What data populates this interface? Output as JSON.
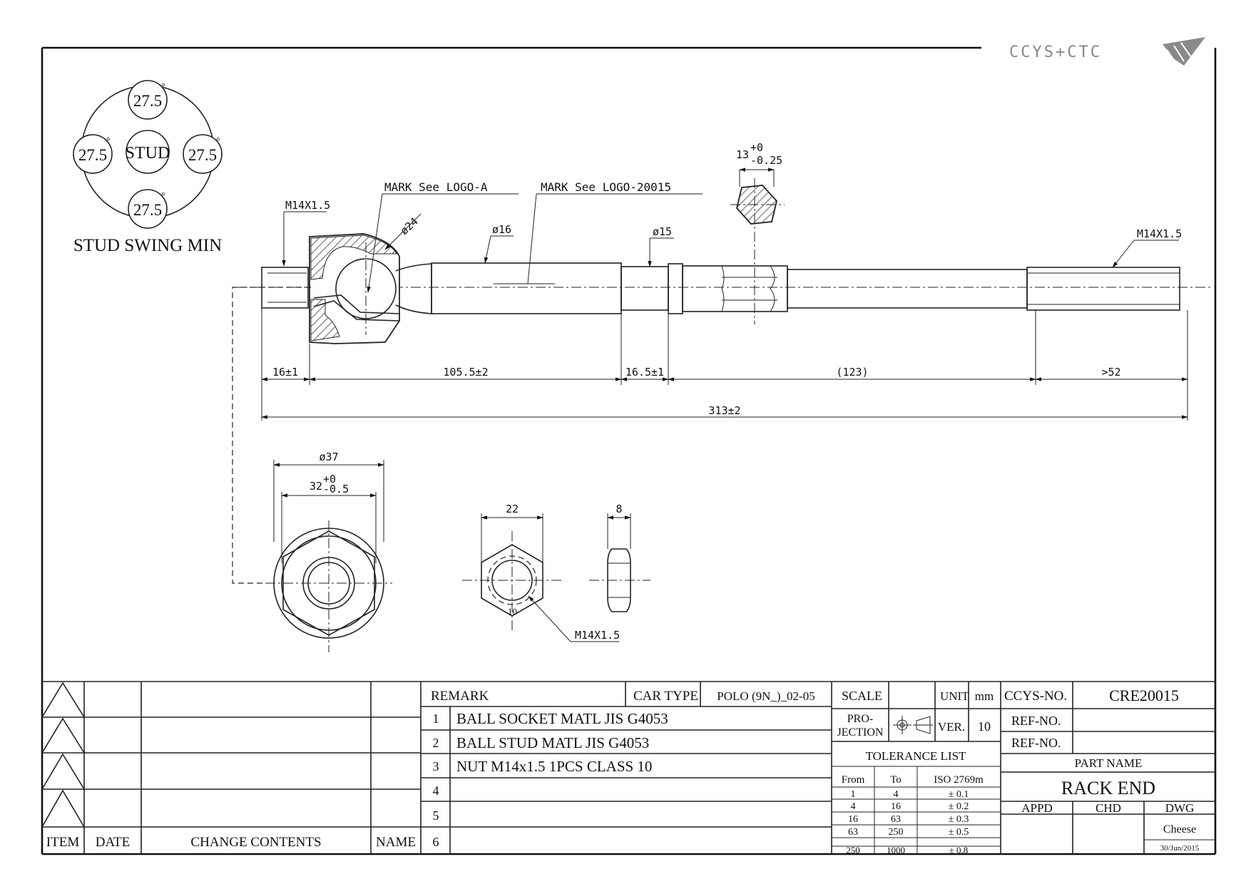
{
  "brand": {
    "logo_text": "CCYS+CTC",
    "logo_color": "#8a8a8a"
  },
  "stud_swing": {
    "center_label": "STUD",
    "angles": [
      "27.5",
      "27.5",
      "27.5",
      "27.5"
    ],
    "degree_symbol": "°",
    "caption": "STUD SWING MIN"
  },
  "callouts": {
    "mark_logo_a": "MARK See LOGO-A",
    "mark_logo_20015": "MARK See LOGO-20015",
    "thread_left": "M14X1.5",
    "thread_right": "M14X1.5",
    "thread_nut": "M14X1.5",
    "dia_24": "ø24",
    "dia_16": "ø16",
    "dia_15": "ø15",
    "dia_37": "ø37",
    "hex_13": "13",
    "hex_13_tol_upper": "+0",
    "hex_13_tol_lower": "-0.25",
    "across_32": "32",
    "across_32_tol_upper": "+0",
    "across_32_tol_lower": "-0.5",
    "nut_22": "22",
    "nut_8": "8",
    "nut_10": "10"
  },
  "dimensions": {
    "seg_1": "16±1",
    "seg_2": "105.5±2",
    "seg_3": "16.5±1",
    "seg_4": "(123)",
    "seg_5": ">52",
    "overall": "313±2"
  },
  "change_block": {
    "headers": [
      "ITEM",
      "DATE",
      "CHANGE CONTENTS",
      "NAME"
    ]
  },
  "remarks": {
    "header": "REMARK",
    "car_type_label": "CAR TYPE",
    "car_type_value": "POLO (9N_)_02-05",
    "rows": [
      {
        "num": "1",
        "text": "BALL SOCKET MATL JIS G4053"
      },
      {
        "num": "2",
        "text": "BALL STUD MATL JIS G4053"
      },
      {
        "num": "3",
        "text": "NUT M14x1.5 1PCS CLASS 10"
      },
      {
        "num": "4",
        "text": ""
      },
      {
        "num": "5",
        "text": ""
      },
      {
        "num": "6",
        "text": ""
      }
    ]
  },
  "title_block": {
    "scale_label": "SCALE",
    "unit_label": "UNIT",
    "unit_value": "mm",
    "projection_label_1": "PRO-",
    "projection_label_2": "JECTION",
    "ver_label": "VER.",
    "ver_value": "10",
    "tolerance_title": "TOLERANCE LIST",
    "tolerance_headers": [
      "From",
      "To",
      "ISO 2769m"
    ],
    "tolerance_rows": [
      [
        "1",
        "4",
        "± 0.1"
      ],
      [
        "4",
        "16",
        "± 0.2"
      ],
      [
        "16",
        "63",
        "± 0.3"
      ],
      [
        "63",
        "250",
        "± 0.5"
      ],
      [
        "250",
        "1000",
        "± 0.8"
      ]
    ],
    "ccys_no_label": "CCYS-NO.",
    "ccys_no_value": "CRE20015",
    "ref_no_label_1": "REF-NO.",
    "ref_no_label_2": "REF-NO.",
    "part_name_label": "PART NAME",
    "part_name_value": "RACK END",
    "appd_label": "APPD",
    "chd_label": "CHD",
    "dwg_label": "DWG",
    "dwg_name": "Cheese",
    "dwg_date": "30/Jun/2015"
  }
}
